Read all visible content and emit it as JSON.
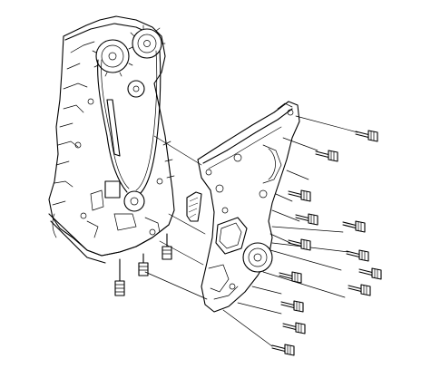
{
  "diagram": {
    "kind": "exploded-view",
    "subject_icons": [
      "engine-block-drawing",
      "timing-chain-cover-drawing",
      "bolt-icon",
      "gasket-drawing"
    ],
    "colors": {
      "line": "#000000",
      "background": "#ffffff"
    }
  }
}
